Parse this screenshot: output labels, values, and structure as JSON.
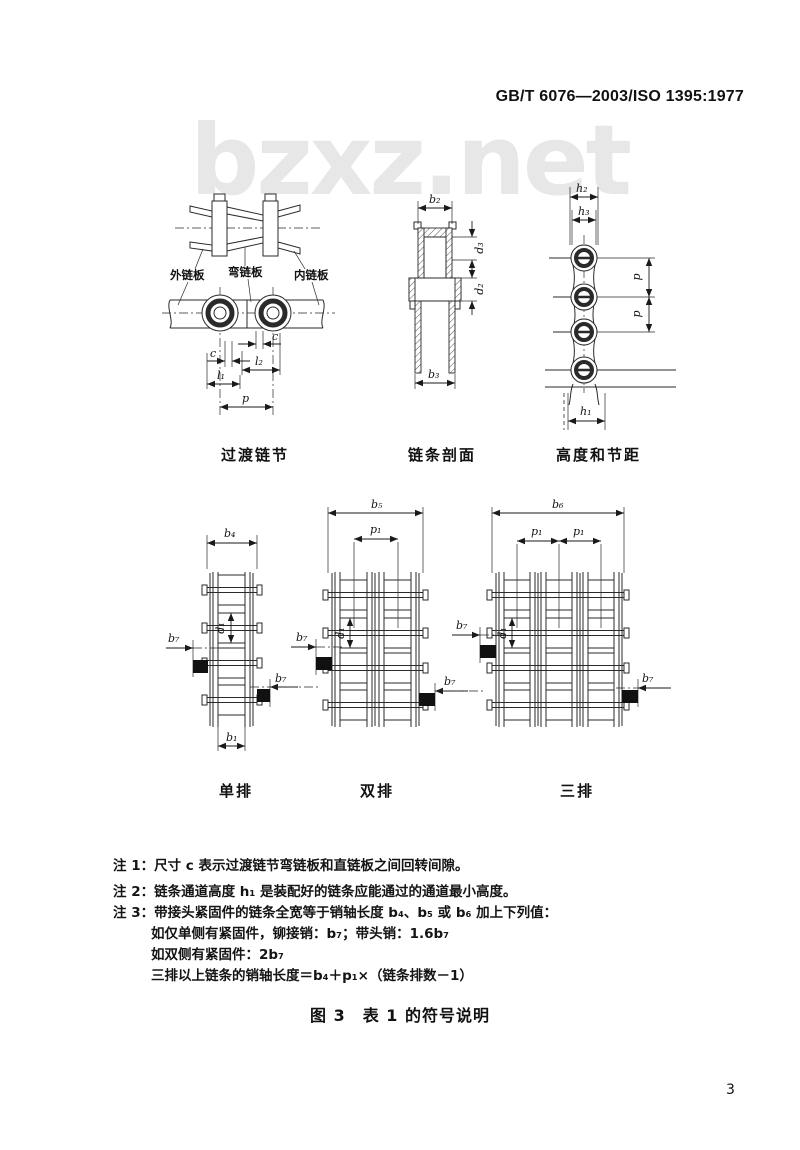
{
  "meta": {
    "header": "GB/T 6076—2003/ISO 1395:1977",
    "watermark": "bzxz.net",
    "page_number": "3",
    "figure_caption": "图 3　表 1 的符号说明"
  },
  "colors": {
    "paper": "#ffffff",
    "ink": "#1a1a1a",
    "watermark": "#e7e7e7"
  },
  "fig_transition": {
    "caption": "过渡链节",
    "outer_plate": "外链板",
    "bent_plate": "弯链板",
    "inner_plate": "内链板",
    "dim_c_left": "c",
    "dim_c_right": "c",
    "dim_l2": "l₂",
    "dim_l1": "l₁",
    "dim_p": "p"
  },
  "fig_section": {
    "caption": "链条剖面",
    "dim_b2": "b₂",
    "dim_d3": "d₃",
    "dim_d2": "d₂",
    "dim_b3": "b₃"
  },
  "fig_height": {
    "caption": "高度和节距",
    "dim_h2": "h₂",
    "dim_h3": "h₃",
    "dim_p_upper": "p",
    "dim_p_lower": "p",
    "dim_h1": "h₁"
  },
  "fig_single": {
    "caption": "单排",
    "dim_b4": "b₄",
    "dim_d1": "d₁",
    "dim_b7_left": "b₇",
    "dim_b7_right": "b₇",
    "dim_b1": "b₁"
  },
  "fig_double": {
    "caption": "双排",
    "dim_b5": "b₅",
    "dim_p1": "p₁",
    "dim_d1": "d₁",
    "dim_b7_left": "b₇",
    "dim_b7_right": "b₇"
  },
  "fig_triple": {
    "caption": "三排",
    "dim_b6": "b₆",
    "dim_p1_left": "p₁",
    "dim_p1_right": "p₁",
    "dim_d1": "d₁",
    "dim_b7_left": "b₇",
    "dim_b7_right": "b₇"
  },
  "notes": [
    {
      "text": "注 1：尺寸 c 表示过渡链节弯链板和直链板之间回转间隙。"
    },
    {
      "text": "注 2：链条通道高度 h₁ 是装配好的链条应能通过的通道最小高度。"
    },
    {
      "text": "注 3：带接头紧固件的链条全宽等于销轴长度 b₄、b₅ 或 b₆ 加上下列值："
    },
    {
      "text": "如仅单侧有紧固件，铆接销：b₇；带头销：1.6b₇"
    },
    {
      "text": "如双侧有紧固件：2b₇"
    },
    {
      "text": "三排以上链条的销轴长度＝b₄＋p₁×（链条排数－1）"
    }
  ]
}
